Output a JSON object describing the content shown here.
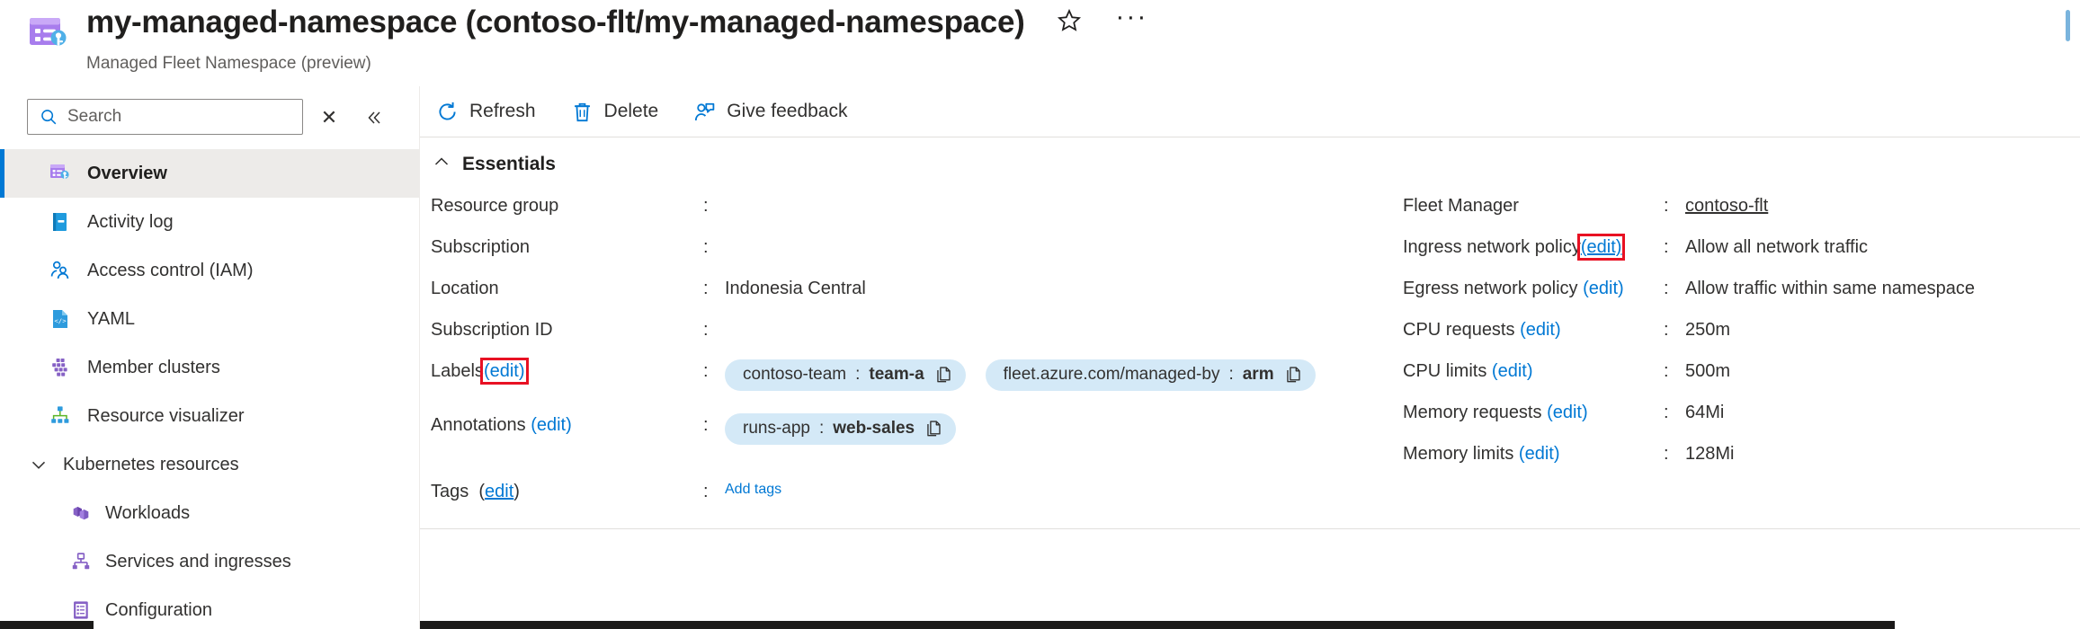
{
  "header": {
    "title": "my-managed-namespace (contoso-flt/my-managed-namespace)",
    "subtitle": "Managed Fleet Namespace (preview)",
    "favorite_icon": "star-icon",
    "more_icon": "ellipsis-icon"
  },
  "sidebar": {
    "search": {
      "placeholder": "Search",
      "icon": "search-icon"
    },
    "clear_icon": "close-icon",
    "collapse_icon": "double-chevron-left-icon",
    "items": [
      {
        "label": "Overview",
        "icon": "namespace-icon",
        "selected": true,
        "level": "top"
      },
      {
        "label": "Activity log",
        "icon": "activity-log-icon",
        "selected": false,
        "level": "top"
      },
      {
        "label": "Access control (IAM)",
        "icon": "access-control-icon",
        "selected": false,
        "level": "top"
      },
      {
        "label": "YAML",
        "icon": "yaml-icon",
        "selected": false,
        "level": "top"
      },
      {
        "label": "Member clusters",
        "icon": "member-clusters-icon",
        "selected": false,
        "level": "top"
      },
      {
        "label": "Resource visualizer",
        "icon": "resource-visualizer-icon",
        "selected": false,
        "level": "top"
      },
      {
        "label": "Kubernetes resources",
        "icon": "chevron-down-icon",
        "selected": false,
        "level": "group"
      },
      {
        "label": "Workloads",
        "icon": "workloads-icon",
        "selected": false,
        "level": "child"
      },
      {
        "label": "Services and ingresses",
        "icon": "services-ingresses-icon",
        "selected": false,
        "level": "child"
      },
      {
        "label": "Configuration",
        "icon": "configuration-icon",
        "selected": false,
        "level": "child"
      }
    ]
  },
  "toolbar": {
    "refresh_label": "Refresh",
    "refresh_icon": "refresh-icon",
    "delete_label": "Delete",
    "delete_icon": "trash-icon",
    "feedback_label": "Give feedback",
    "feedback_icon": "feedback-person-icon"
  },
  "essentials": {
    "title": "Essentials",
    "collapse_icon": "chevron-up-icon",
    "separator": ":",
    "edit_label": "(edit)",
    "left": [
      {
        "key": "Resource group",
        "value": ""
      },
      {
        "key": "Subscription",
        "value": ""
      },
      {
        "key": "Location",
        "value": "Indonesia Central"
      },
      {
        "key": "Subscription ID",
        "value": ""
      }
    ],
    "labels_row": {
      "key": "Labels",
      "edit_label": "(edit)",
      "highlighted": true,
      "chips": [
        {
          "name": "contoso-team",
          "sep": ":",
          "value": "team-a",
          "copy_icon": "copy-icon"
        },
        {
          "name": "fleet.azure.com/managed-by",
          "sep": ":",
          "value": "arm",
          "copy_icon": "copy-icon"
        }
      ]
    },
    "annotations_row": {
      "key": "Annotations",
      "edit_label": "(edit)",
      "chips": [
        {
          "name": "runs-app",
          "sep": ":",
          "value": "web-sales",
          "copy_icon": "copy-icon"
        }
      ]
    },
    "tags_row": {
      "key": "Tags",
      "edit_label": "edit",
      "value": "Add tags"
    },
    "right": [
      {
        "key": "Fleet Manager",
        "edit": "",
        "value": "contoso-flt",
        "value_is_link": true,
        "highlighted": false
      },
      {
        "key": "Ingress network policy",
        "edit": "(edit)",
        "value": "Allow all network traffic",
        "value_is_link": false,
        "highlighted": true
      },
      {
        "key": "Egress network policy",
        "edit": "(edit)",
        "value": "Allow traffic within same namespace",
        "value_is_link": false,
        "highlighted": false
      },
      {
        "key": "CPU requests",
        "edit": "(edit)",
        "value": "250m",
        "value_is_link": false,
        "highlighted": false
      },
      {
        "key": "CPU limits",
        "edit": "(edit)",
        "value": "500m",
        "value_is_link": false,
        "highlighted": false
      },
      {
        "key": "Memory requests",
        "edit": "(edit)",
        "value": "64Mi",
        "value_is_link": false,
        "highlighted": false
      },
      {
        "key": "Memory limits",
        "edit": "(edit)",
        "value": "128Mi",
        "value_is_link": false,
        "highlighted": false
      }
    ]
  },
  "colors": {
    "accent": "#0078d4",
    "highlight_border": "#e81123",
    "chip_background": "#d4e9f7",
    "selected_nav_background": "#edebe9",
    "purple": "#8661c5"
  }
}
